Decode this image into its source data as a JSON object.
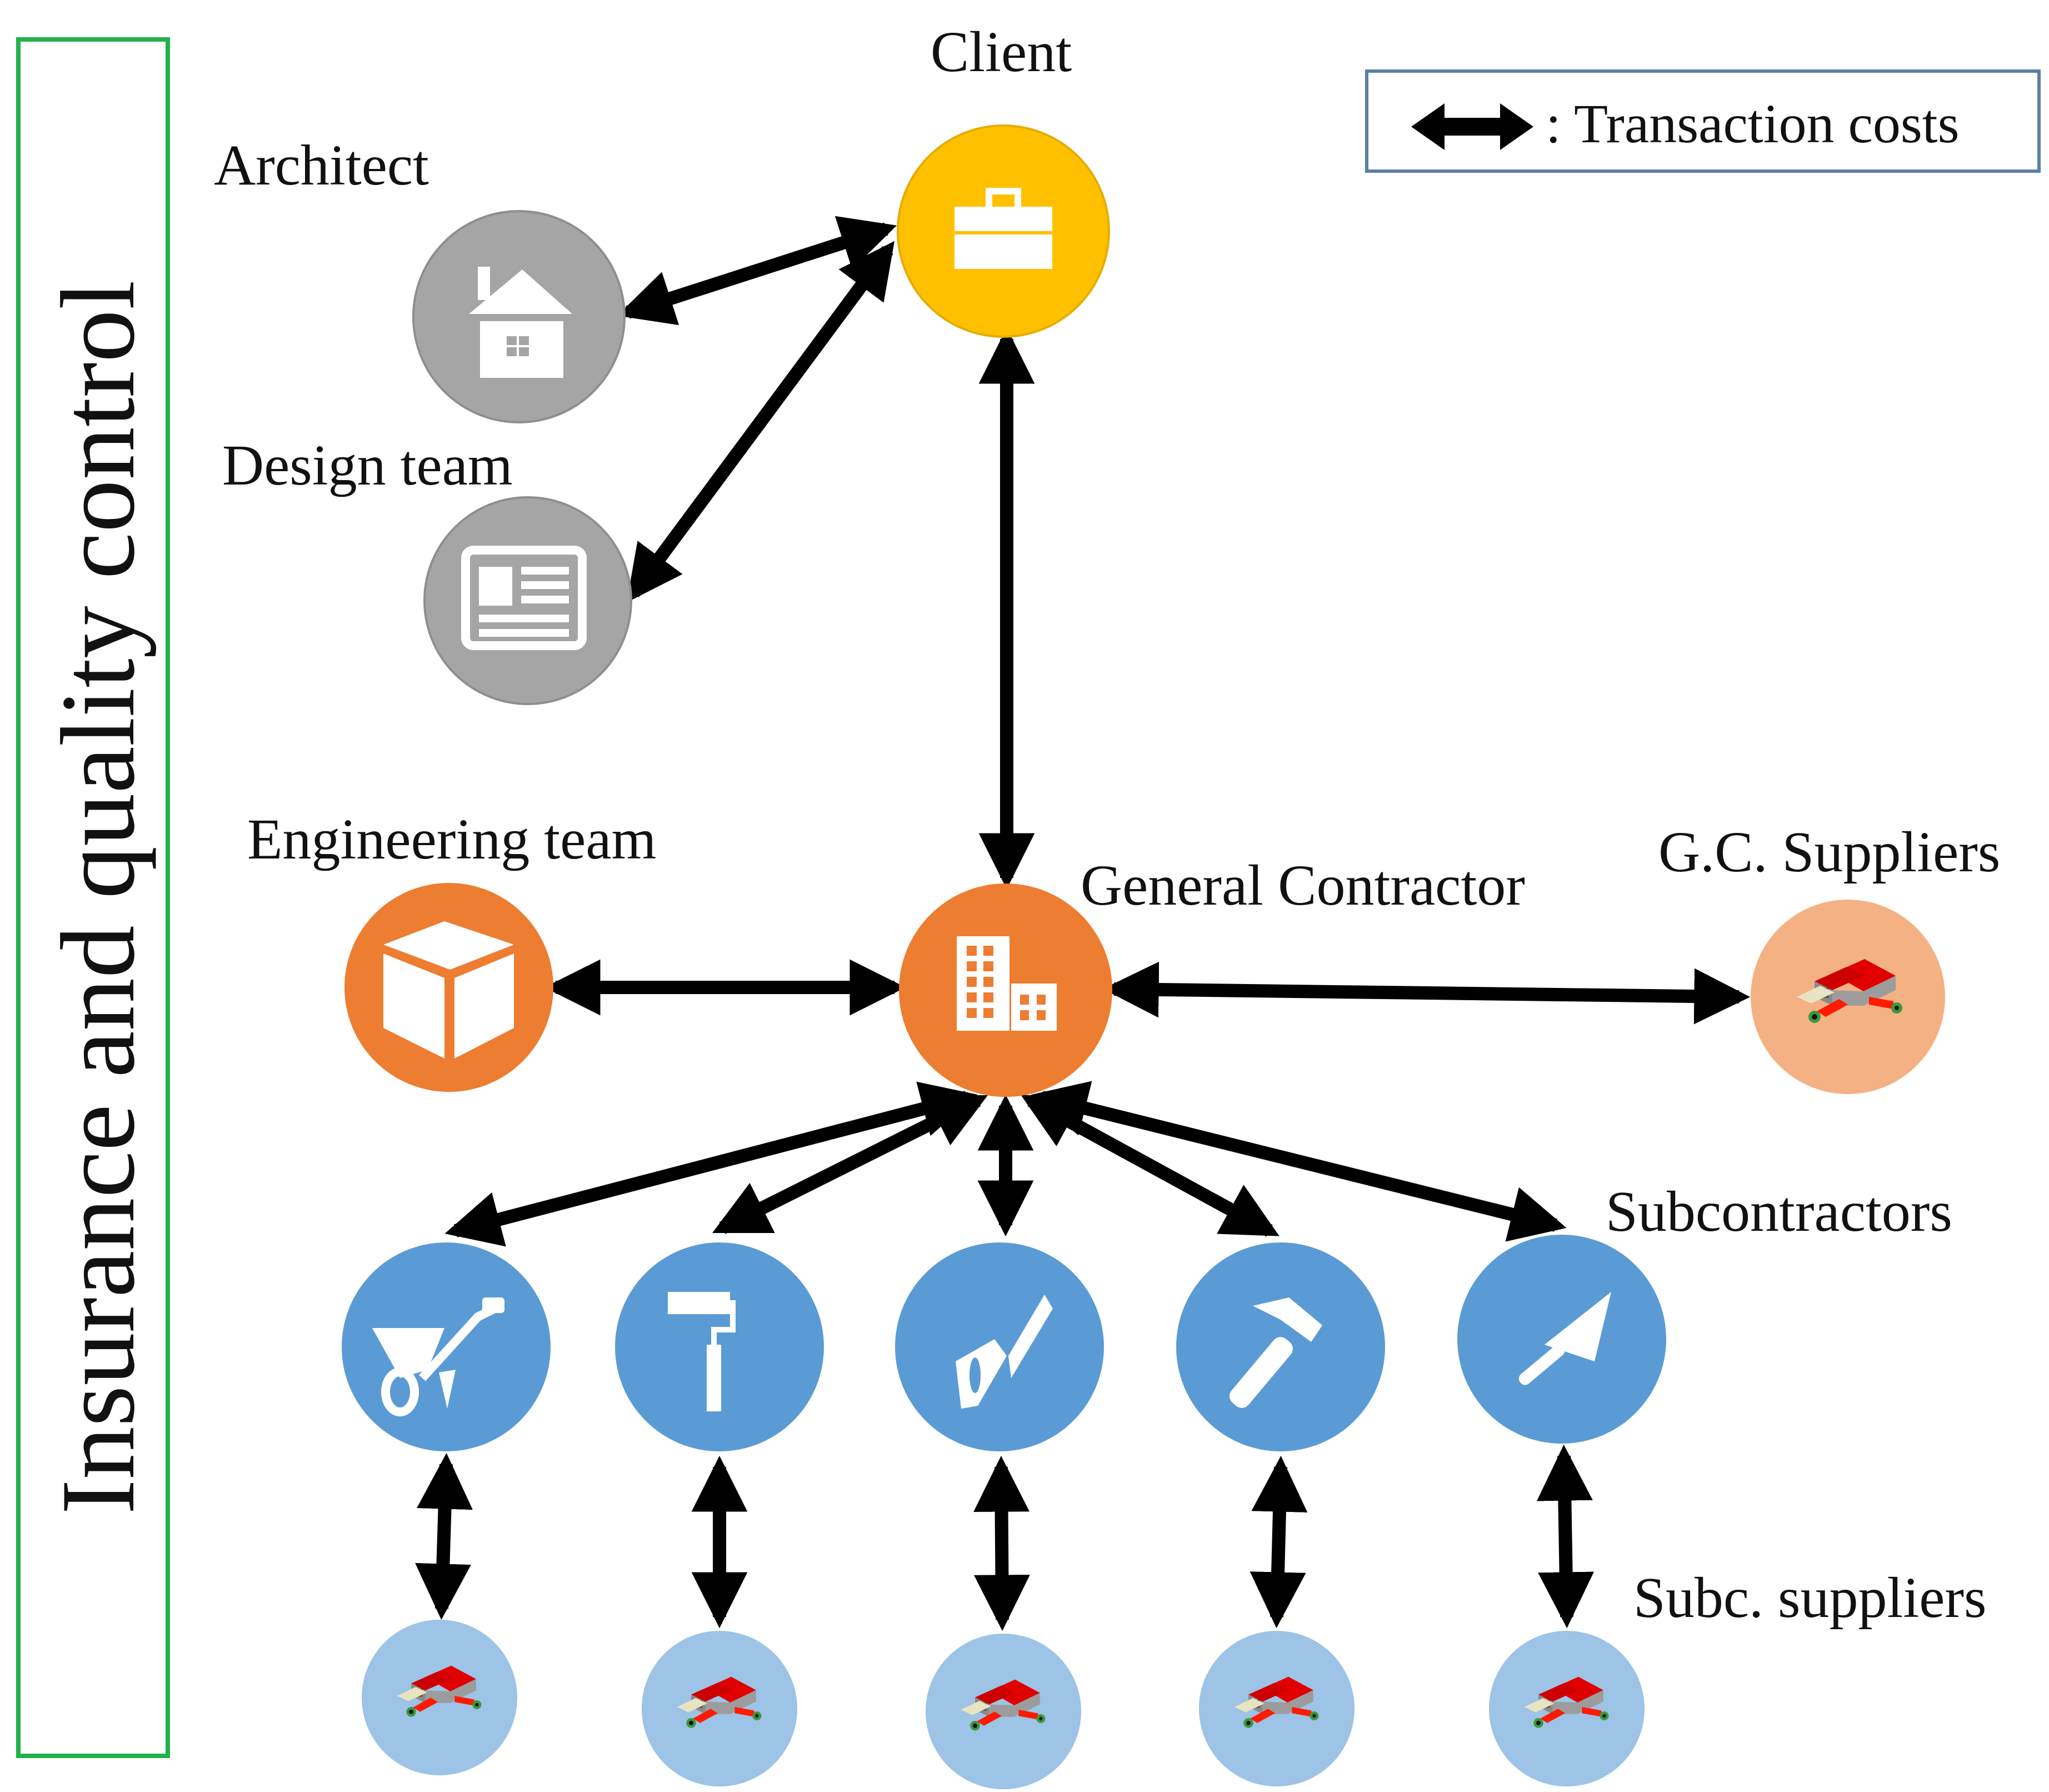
{
  "side_label": "Insurance and quality control",
  "legend": {
    "symbol": "double-arrow",
    "text": ": Transaction costs"
  },
  "nodes": {
    "client": {
      "label": "Client",
      "icon": "briefcase-icon",
      "color": "#FFC000"
    },
    "architect": {
      "label": "Architect",
      "icon": "house-icon",
      "color": "#A5A5A5"
    },
    "design_team": {
      "label": "Design team",
      "icon": "newspaper-icon",
      "color": "#A5A5A5"
    },
    "engineering_team": {
      "label": "Engineering team",
      "icon": "cube-icon",
      "color": "#ED7D31"
    },
    "general_contractor": {
      "label": "General Contractor",
      "icon": "buildings-icon",
      "color": "#ED7D31"
    },
    "gc_suppliers": {
      "label": "G.C. Suppliers",
      "icon": "factory-icon",
      "color": "#F4B183"
    },
    "subcontractors": {
      "label": "Subcontractors",
      "color": "#5B9BD5",
      "icons": [
        "wheelbarrow-icon",
        "paint-roller-icon",
        "handsaw-icon",
        "hammer-icon",
        "trowel-icon"
      ]
    },
    "subc_suppliers": {
      "label": "Subc. suppliers",
      "color": "#9DC3E6",
      "count": 5,
      "icon": "factory-icon"
    }
  },
  "edges": [
    [
      "client",
      "architect"
    ],
    [
      "client",
      "design_team"
    ],
    [
      "client",
      "general_contractor"
    ],
    [
      "general_contractor",
      "engineering_team"
    ],
    [
      "general_contractor",
      "gc_suppliers"
    ],
    [
      "general_contractor",
      "subcontractor_1"
    ],
    [
      "general_contractor",
      "subcontractor_2"
    ],
    [
      "general_contractor",
      "subcontractor_3"
    ],
    [
      "general_contractor",
      "subcontractor_4"
    ],
    [
      "general_contractor",
      "subcontractor_5"
    ],
    [
      "subcontractor_1",
      "subc_supplier_1"
    ],
    [
      "subcontractor_2",
      "subc_supplier_2"
    ],
    [
      "subcontractor_3",
      "subc_supplier_3"
    ],
    [
      "subcontractor_4",
      "subc_supplier_4"
    ],
    [
      "subcontractor_5",
      "subc_supplier_5"
    ]
  ]
}
